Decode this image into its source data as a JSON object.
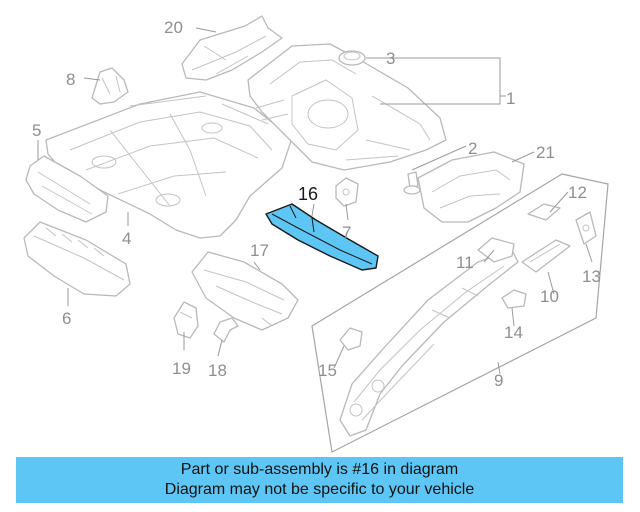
{
  "diagram": {
    "highlight_color": "#5ec6f5",
    "highlighted_part": "16",
    "labels": {
      "p1": "1",
      "p2": "2",
      "p3": "3",
      "p4": "4",
      "p5": "5",
      "p6": "6",
      "p7": "7",
      "p8": "8",
      "p9": "9",
      "p10": "10",
      "p11": "11",
      "p12": "12",
      "p13": "13",
      "p14": "14",
      "p15": "15",
      "p16": "16",
      "p17": "17",
      "p18": "18",
      "p19": "19",
      "p20": "20",
      "p21": "21"
    }
  },
  "caption": {
    "line1": "Part or sub-assembly is #16 in diagram",
    "line2": "Diagram may not be specific to your vehicle"
  }
}
